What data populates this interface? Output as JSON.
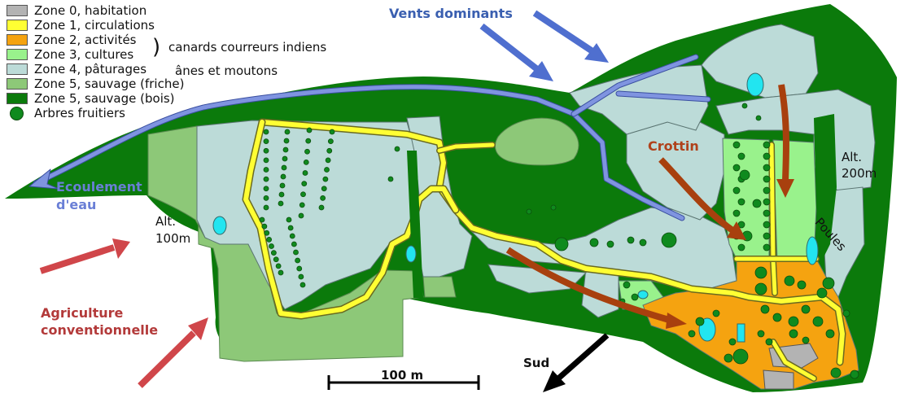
{
  "legend": {
    "items": [
      {
        "label": "Zone 0, habitation",
        "color": "#b3b3b3"
      },
      {
        "label": "Zone 1, circulations",
        "color": "#ffff33"
      },
      {
        "label": "Zone 2, activités",
        "color": "#f5a310"
      },
      {
        "label": "Zone 3, cultures",
        "color": "#99f28c"
      },
      {
        "label": "Zone 4, pâturages",
        "color": "#bcdbd8"
      },
      {
        "label": "Zone 5, sauvage (friche)",
        "color": "#8dc878"
      },
      {
        "label": "Zone 5, sauvage (bois)",
        "color": "#0b7a0b"
      },
      {
        "label": "Arbres fruitiers",
        "color": "#0f8a1e"
      }
    ],
    "note_ducks": "canards courreurs indiens",
    "note_pasture": "ânes et moutons"
  },
  "labels": {
    "wind": "Vents dominants",
    "water_line1": "Ecoulement",
    "water_line2": "d'eau",
    "alt_low_line1": "Alt.",
    "alt_low_line2": "100m",
    "alt_high_line1": "Alt.",
    "alt_high_line2": "200m",
    "agri_line1": "Agriculture",
    "agri_line2": "conventionnelle",
    "crottin": "Crottin",
    "poules": "Poules",
    "sud": "Sud",
    "scale": "100 m"
  },
  "colors": {
    "wind_arrow": "#4f6fcf",
    "water": "#7f94e0",
    "agri_arrow": "#d0464a",
    "crottin_arrow": "#a8400e",
    "north_arrow": "#000000"
  }
}
